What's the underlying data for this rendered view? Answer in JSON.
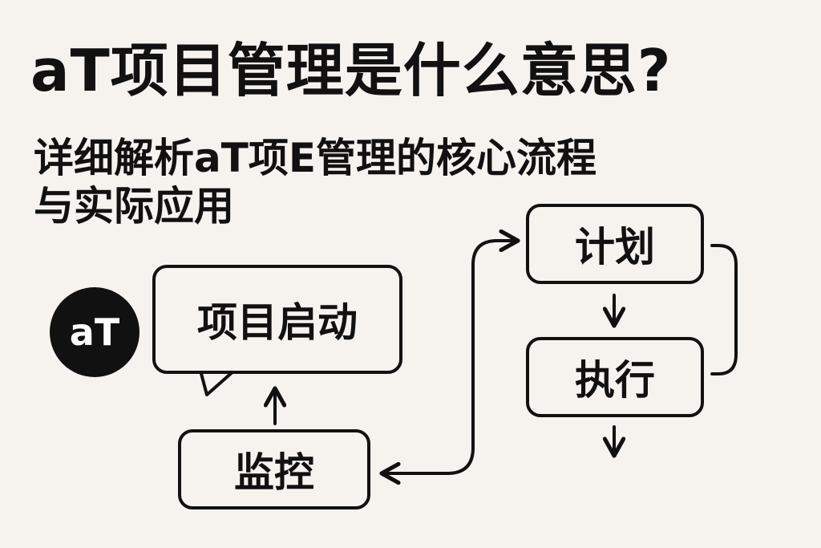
{
  "title": "aT项目管理是什么意思?",
  "subtitle": {
    "line1": "详细解析aT项E管理的核心流程",
    "line2": "与实际应用"
  },
  "logo": {
    "text": "aT"
  },
  "flow": {
    "start": "项目启动",
    "monitor": "监控",
    "plan": "计划",
    "execute": "执行"
  },
  "colors": {
    "background": "#f6f3ee",
    "ink": "#111111"
  }
}
